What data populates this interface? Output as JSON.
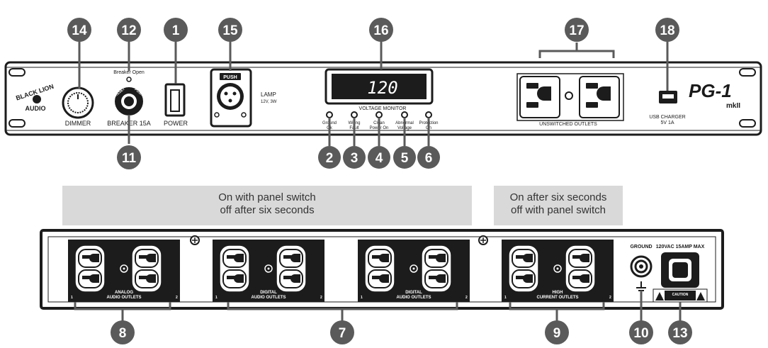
{
  "front_panel": {
    "brand_line1": "BLACK LION",
    "brand_line2": "AUDIO",
    "dimmer_label": "DIMMER",
    "breaker_open_label": "Breaker Open",
    "breaker_label": "BREAKER 15A",
    "breaker_knob_left": "RESET",
    "breaker_knob_right": "PUSH",
    "power_label": "POWER",
    "xlr_push_label": "PUSH",
    "lamp_label": "LAMP",
    "lamp_spec": "12V, 3W",
    "voltage_value": "120",
    "voltage_monitor_label": "VOLTAGE MONITOR",
    "leds": [
      {
        "line1": "Ground",
        "line2": "Ok"
      },
      {
        "line1": "Wiring",
        "line2": "Fault"
      },
      {
        "line1": "Clean",
        "line2": "Power On"
      },
      {
        "line1": "Abnormal",
        "line2": "Voltage"
      },
      {
        "line1": "Protection",
        "line2": "On"
      }
    ],
    "unswitched_label": "UNSWITCHED OUTLETS",
    "usb_label": "USB CHARGER",
    "usb_spec": "5V 1A",
    "model": "PG-1",
    "model_suffix": "mkII"
  },
  "banners": {
    "left_line1": "On with panel switch",
    "left_line2": "off after six seconds",
    "right_line1": "On after six seconds",
    "right_line2": "off with panel switch"
  },
  "rear_panel": {
    "groups": [
      {
        "line1": "ANALOG",
        "line2": "AUDIO OUTLETS",
        "n_left": "1",
        "n_right": "2"
      },
      {
        "line1": "DIGITAL",
        "line2": "AUDIO OUTLETS",
        "n_left": "1",
        "n_right": "2"
      },
      {
        "line1": "DIGITAL",
        "line2": "AUDIO OUTLETS",
        "n_left": "1",
        "n_right": "2"
      },
      {
        "line1": "HIGH",
        "line2": "CURRENT OUTLETS",
        "n_left": "1",
        "n_right": "2"
      }
    ],
    "ground_label": "GROUND",
    "inlet_label": "120VAC 15AMP MAX",
    "caution_label": "CAUTION"
  },
  "callouts": {
    "c14": "14",
    "c12": "12",
    "c1": "1",
    "c15": "15",
    "c16": "16",
    "c17": "17",
    "c18": "18",
    "c11": "11",
    "c2": "2",
    "c3": "3",
    "c4": "4",
    "c5": "5",
    "c6": "6",
    "c8": "8",
    "c7": "7",
    "c9": "9",
    "c10": "10",
    "c13": "13"
  },
  "colors": {
    "callout_fill": "#5a5a5a",
    "panel_black": "#1c1c1c",
    "banner_gray": "#d9d9d9",
    "display_text": "#ffffff"
  }
}
